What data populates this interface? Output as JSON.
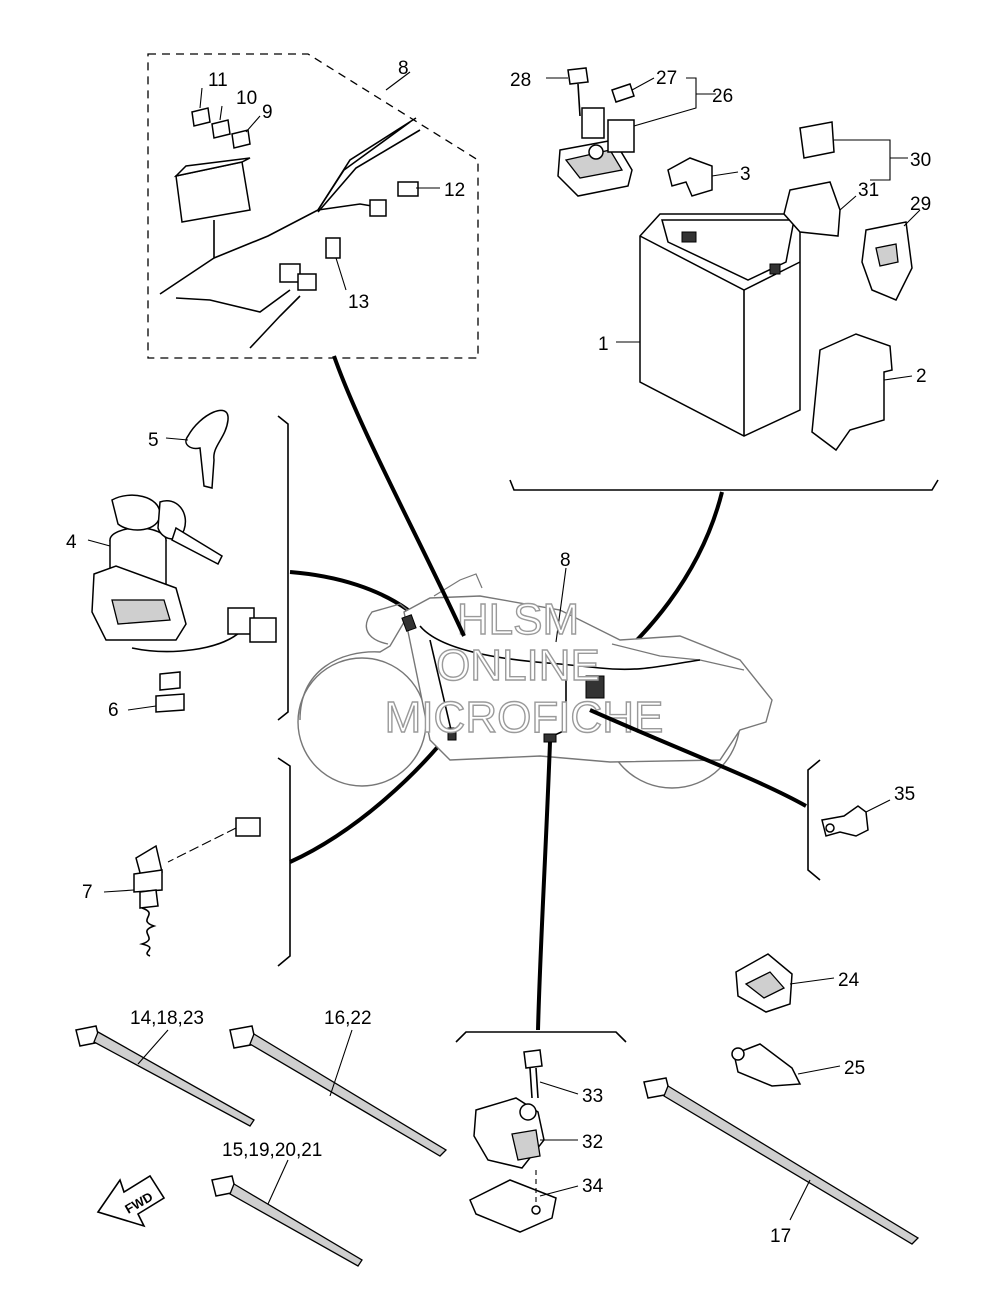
{
  "watermark": {
    "line1": "HLSM",
    "line2": "ONLINE",
    "line3": "MICROFICHE"
  },
  "fwd_label": "FWD",
  "callouts": {
    "c1": "1",
    "c2": "2",
    "c3": "3",
    "c4": "4",
    "c5": "5",
    "c6": "6",
    "c7": "7",
    "c8a": "8",
    "c8b": "8",
    "c9": "9",
    "c10": "10",
    "c11": "11",
    "c12": "12",
    "c13": "13",
    "c14_18_23": "14,18,23",
    "c15_19_20_21": "15,19,20,21",
    "c16_22": "16,22",
    "c17": "17",
    "c24": "24",
    "c25": "25",
    "c26": "26",
    "c27": "27",
    "c28": "28",
    "c29": "29",
    "c30": "30",
    "c31": "31",
    "c32": "32",
    "c33": "33",
    "c34": "34",
    "c35": "35"
  }
}
